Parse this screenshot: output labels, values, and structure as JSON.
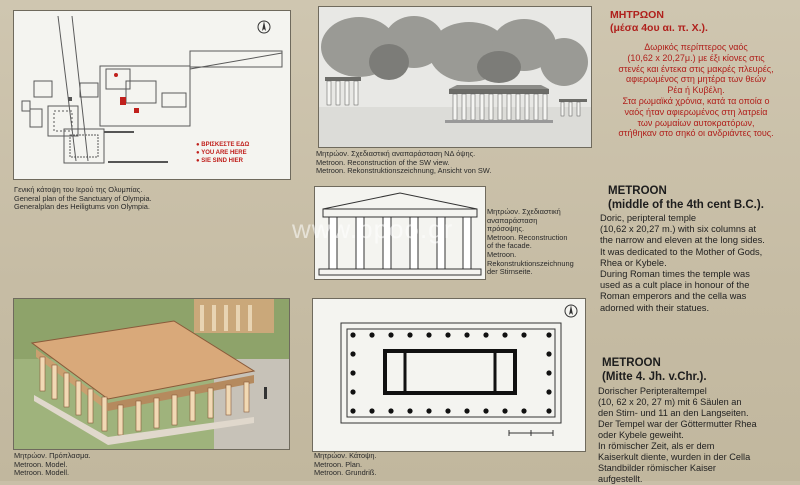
{
  "greek": {
    "title": "ΜΗΤΡΩΟΝ",
    "subtitle": "(μέσα 4ου αι. π. Χ.).",
    "body": "Δωρικός περίπτερος ναός\n(10,62 x 20,27μ.) με έξι κίονες στις\nστενές και έντεκα στις μακρές πλευρές,\nαφιερωμένος στη μητέρα των θεών\nΡέα ή Κυβέλη.\nΣτα ρωμαϊκά χρόνια, κατά τα οποία ο\nναός ήταν αφιερωμένος στη λατρεία\nτων ρωμαίων αυτοκρατόρων,\nστήθηκαν στο σηκό οι ανδριάντες τους."
  },
  "english": {
    "title": "METROON",
    "subtitle": "(middle of the 4th cent B.C.).",
    "body": "Doric, peripteral temple\n(10,62 x 20,27 m.) with six columns at\nthe narrow and eleven at the long sides.\nIt was dedicated to the Mother of Gods,\nRhea or Kybele.\nDuring  Roman times the temple was\nused as a cult place in honour of the\nRoman emperors and the cella was\nadorned with their statues."
  },
  "german": {
    "title": "METROON",
    "subtitle": "(Mitte 4. Jh. v.Chr.).",
    "body": "Dorischer Peripteraltempel\n(10, 62 x 20, 27 m) mit 6 Säulen an\nden Stirn- und 11 an den Langseiten.\nDer Tempel war der Göttermutter Rhea\noder Kybele geweiht.\nIn römischer Zeit, als er dem\nKaiserkult diente, wurden in der Cella\nStandbilder römischer Kaiser\naufgestellt."
  },
  "captions": {
    "plan": "Γενική κάτοψη του Ιερού της Ολυμπίας.\nGeneral plan of the Sanctuary of Olympia.\nGeneralplan des Heiligtums von Olympia.",
    "view": "Μητρώον. Σχεδιαστική αναπαράσταση ΝΔ όψης.\nMetroon. Reconstruction of the SW view.\nMetroon. Rekonstruktionszeichnung, Ansicht von SW.",
    "facade": "Μητρώον. Σχεδιαστική\nαναπαράσταση\nπρόσοψης.\nMetroon. Reconstruction\nof the facade.\nMetroon.\nRekonstruktionszeichnung\nder Stirnseite.",
    "model": "Μητρώον. Πρόπλασμα.\nMetroon. Model.\nMetroon. Modell.",
    "floorplan": "Μητρώον. Κάτοψη.\nMetroon. Plan.\nMetroon. Grundriß."
  },
  "legend": [
    "ΒΡΙΣΚΕΣΤΕ ΕΔΩ",
    "YOU ARE HERE",
    "SIE SIND HIER"
  ],
  "watermark": "www.ppoo.gr",
  "colors": {
    "board": "#c9bfa8",
    "greek_text": "#b0201c",
    "text": "#1f1f1f",
    "marker": "#c0201c"
  }
}
